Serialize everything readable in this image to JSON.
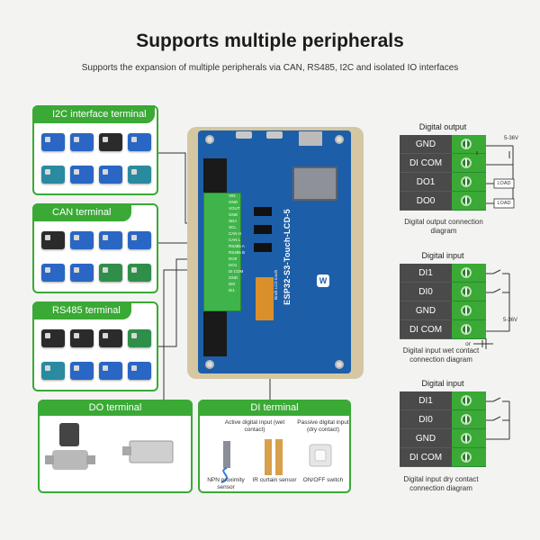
{
  "header": {
    "title": "Supports multiple peripherals",
    "subtitle": "Supports the expansion of multiple peripherals via CAN, RS485, I2C and isolated IO interfaces"
  },
  "panels": {
    "i2c": {
      "label": "I2C interface terminal"
    },
    "can": {
      "label": "CAN terminal"
    },
    "rs485": {
      "label": "RS485 terminal"
    },
    "do": {
      "label": "DO terminal"
    },
    "di": {
      "label": "DI terminal",
      "active_label": "Active digital input (wet contact)",
      "passive_label": "Passive digital input (dry contact)",
      "npn_caption": "NPN proximity sensor",
      "ir_caption": "IR curtain sensor",
      "switch_caption": "ON/OFF switch"
    }
  },
  "board": {
    "name": "ESP32-S3-Touch-LCD-5",
    "sub": "5inch LCD touch",
    "logo": "W",
    "pins": [
      "VIN",
      "GND",
      "VOUT",
      "GND",
      "SDA",
      "SCL",
      "CAN H",
      "CAN L",
      "RS485 A",
      "RS485 B",
      "DO0",
      "DO1",
      "DI COM",
      "GND",
      "DI0",
      "DI1"
    ]
  },
  "digital_output": {
    "title": "Digital output",
    "rows": [
      "GND",
      "DI COM",
      "DO1",
      "DO0"
    ],
    "voltage": "5-36V",
    "load1": "LOAD",
    "load2": "LOAD",
    "caption": "Digital output connection diagram"
  },
  "digital_input_wet": {
    "title": "Digital input",
    "rows": [
      "DI1",
      "DI0",
      "GND",
      "DI COM"
    ],
    "voltage": "5-36V",
    "or_label": "or",
    "caption": "Digital input wet contact connection diagram"
  },
  "digital_input_dry": {
    "title": "Digital input",
    "rows": [
      "DI1",
      "DI0",
      "GND",
      "DI COM"
    ],
    "caption": "Digital input dry contact connection diagram"
  },
  "colors": {
    "accent": "#3aa935",
    "board": "#1d5ea8",
    "block": "#4a4a4a"
  }
}
